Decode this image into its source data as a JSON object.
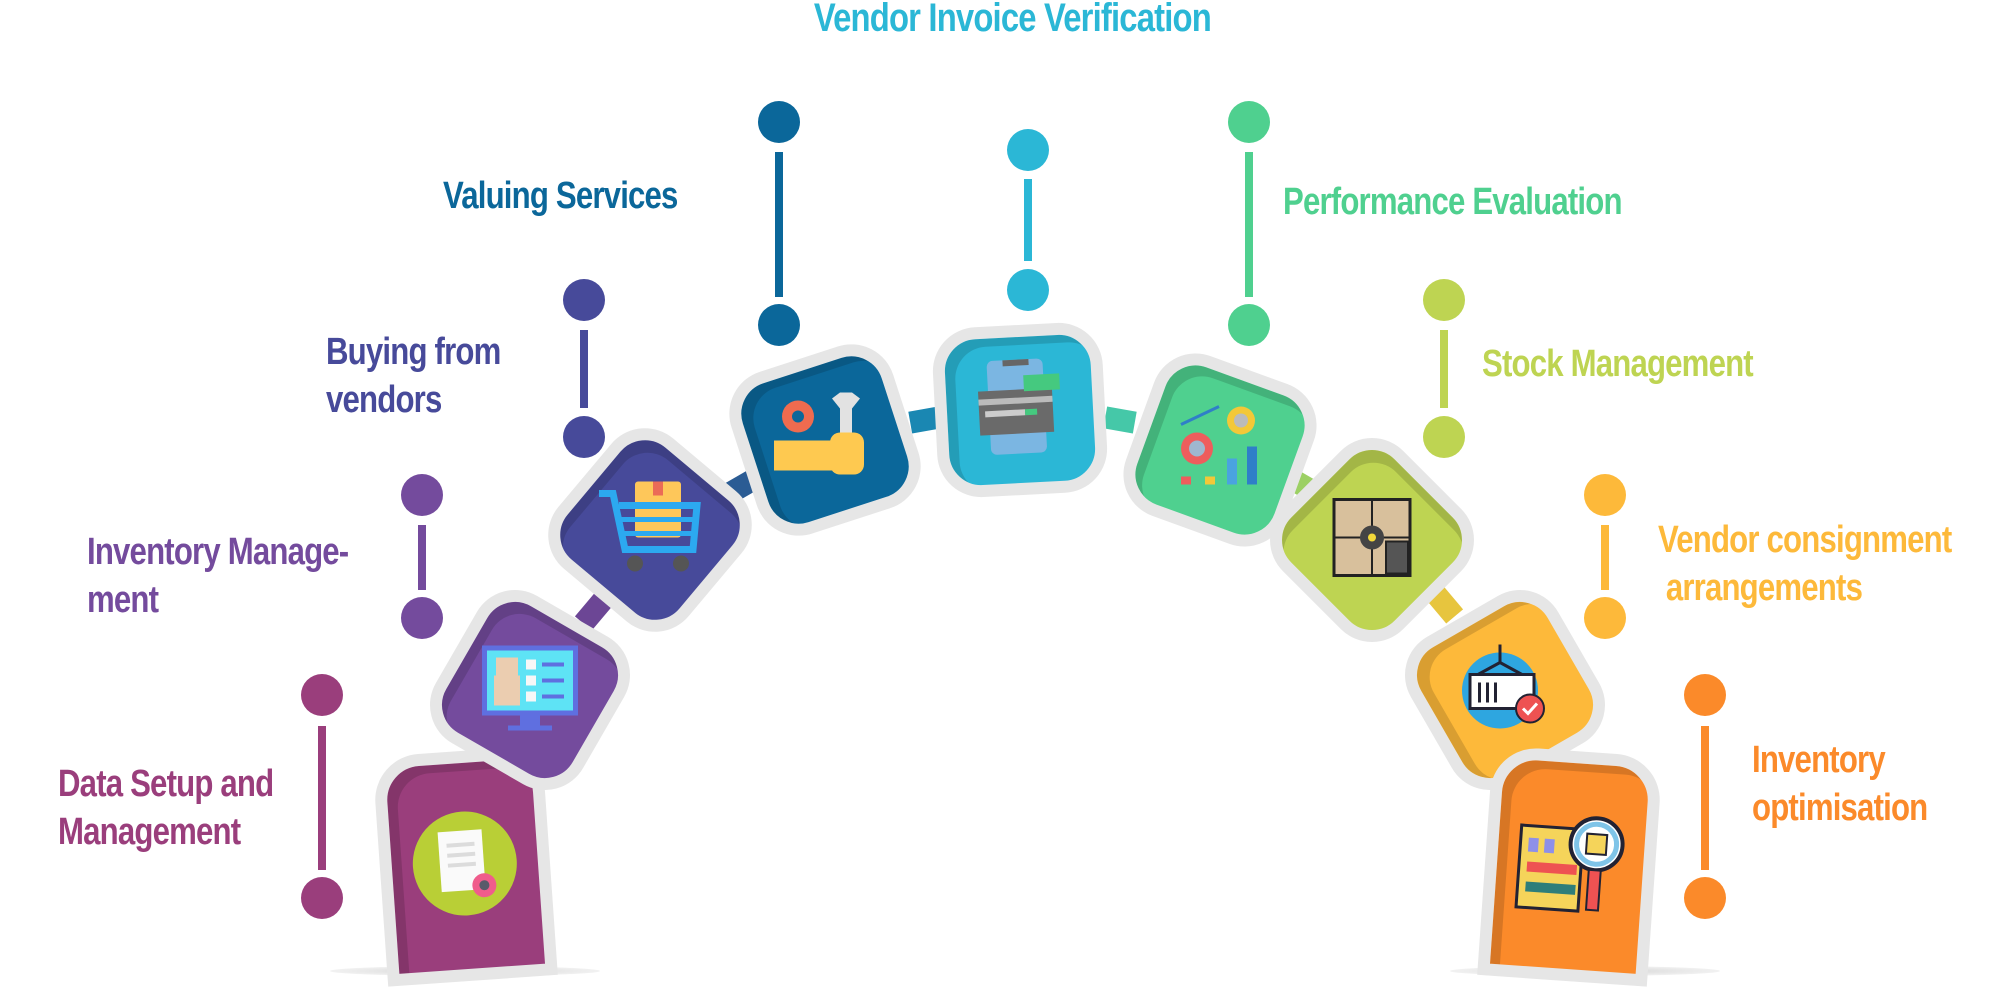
{
  "title": {
    "text": "Vendor Invoice Verification",
    "color": "#2BB7D6"
  },
  "steps": [
    {
      "id": "data-setup",
      "label": "Data Setup and\nManagement",
      "color": "#9A3E7C",
      "icon": "document-gear-icon"
    },
    {
      "id": "inventory-management",
      "label": "Inventory Manage-\nment",
      "color": "#744B9D",
      "icon": "monitor-checklist-icon"
    },
    {
      "id": "buying-from-vendors",
      "label": "Buying from\nvendors",
      "color": "#474A9A",
      "icon": "shopping-cart-icon"
    },
    {
      "id": "valuing-services",
      "label": "Valuing Services",
      "color": "#0B679A",
      "icon": "wrench-gear-hand-icon"
    },
    {
      "id": "vendor-invoice-verification",
      "label": "Vendor Invoice Verification",
      "color": "#2BB7D6",
      "icon": "phone-card-cvv-icon"
    },
    {
      "id": "performance-evaluation",
      "label": "Performance Evaluation",
      "color": "#4FD08F",
      "icon": "gear-chart-growth-icon"
    },
    {
      "id": "stock-management",
      "label": "Stock Management",
      "color": "#BED452",
      "icon": "boxes-gear-icon"
    },
    {
      "id": "vendor-consignment",
      "label": "Vendor consignment\n arrangements",
      "color": "#FDB93A",
      "icon": "container-check-icon"
    },
    {
      "id": "inventory-optimisation",
      "label": "Inventory\noptimisation",
      "color": "#FB8A2A",
      "icon": "shelf-magnifier-icon"
    }
  ]
}
